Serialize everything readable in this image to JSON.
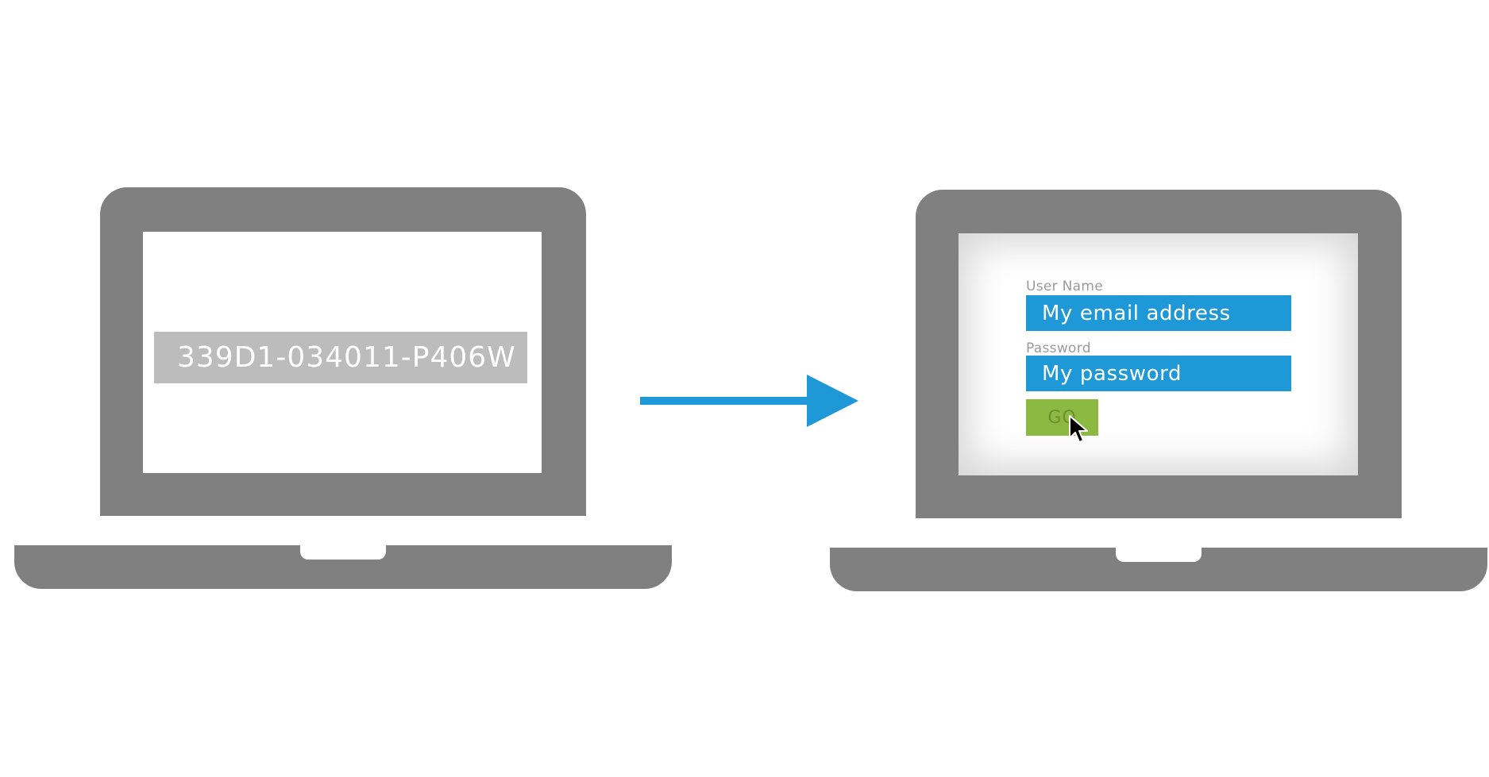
{
  "left_laptop": {
    "code": "339D1-034011-P406W"
  },
  "right_laptop": {
    "login_form": {
      "username_label": "User Name",
      "username_value": "My email address",
      "password_label": "Password",
      "password_value": "My password",
      "submit_label": "GO"
    }
  },
  "colors": {
    "laptop_body": "#808080",
    "field_accent": "#1e98d6",
    "button": "#8cb941",
    "arrow": "#1e98d6",
    "code_box": "#bcbcbc"
  },
  "icons": {
    "arrow": "right-arrow-icon",
    "cursor": "mouse-pointer-icon"
  }
}
